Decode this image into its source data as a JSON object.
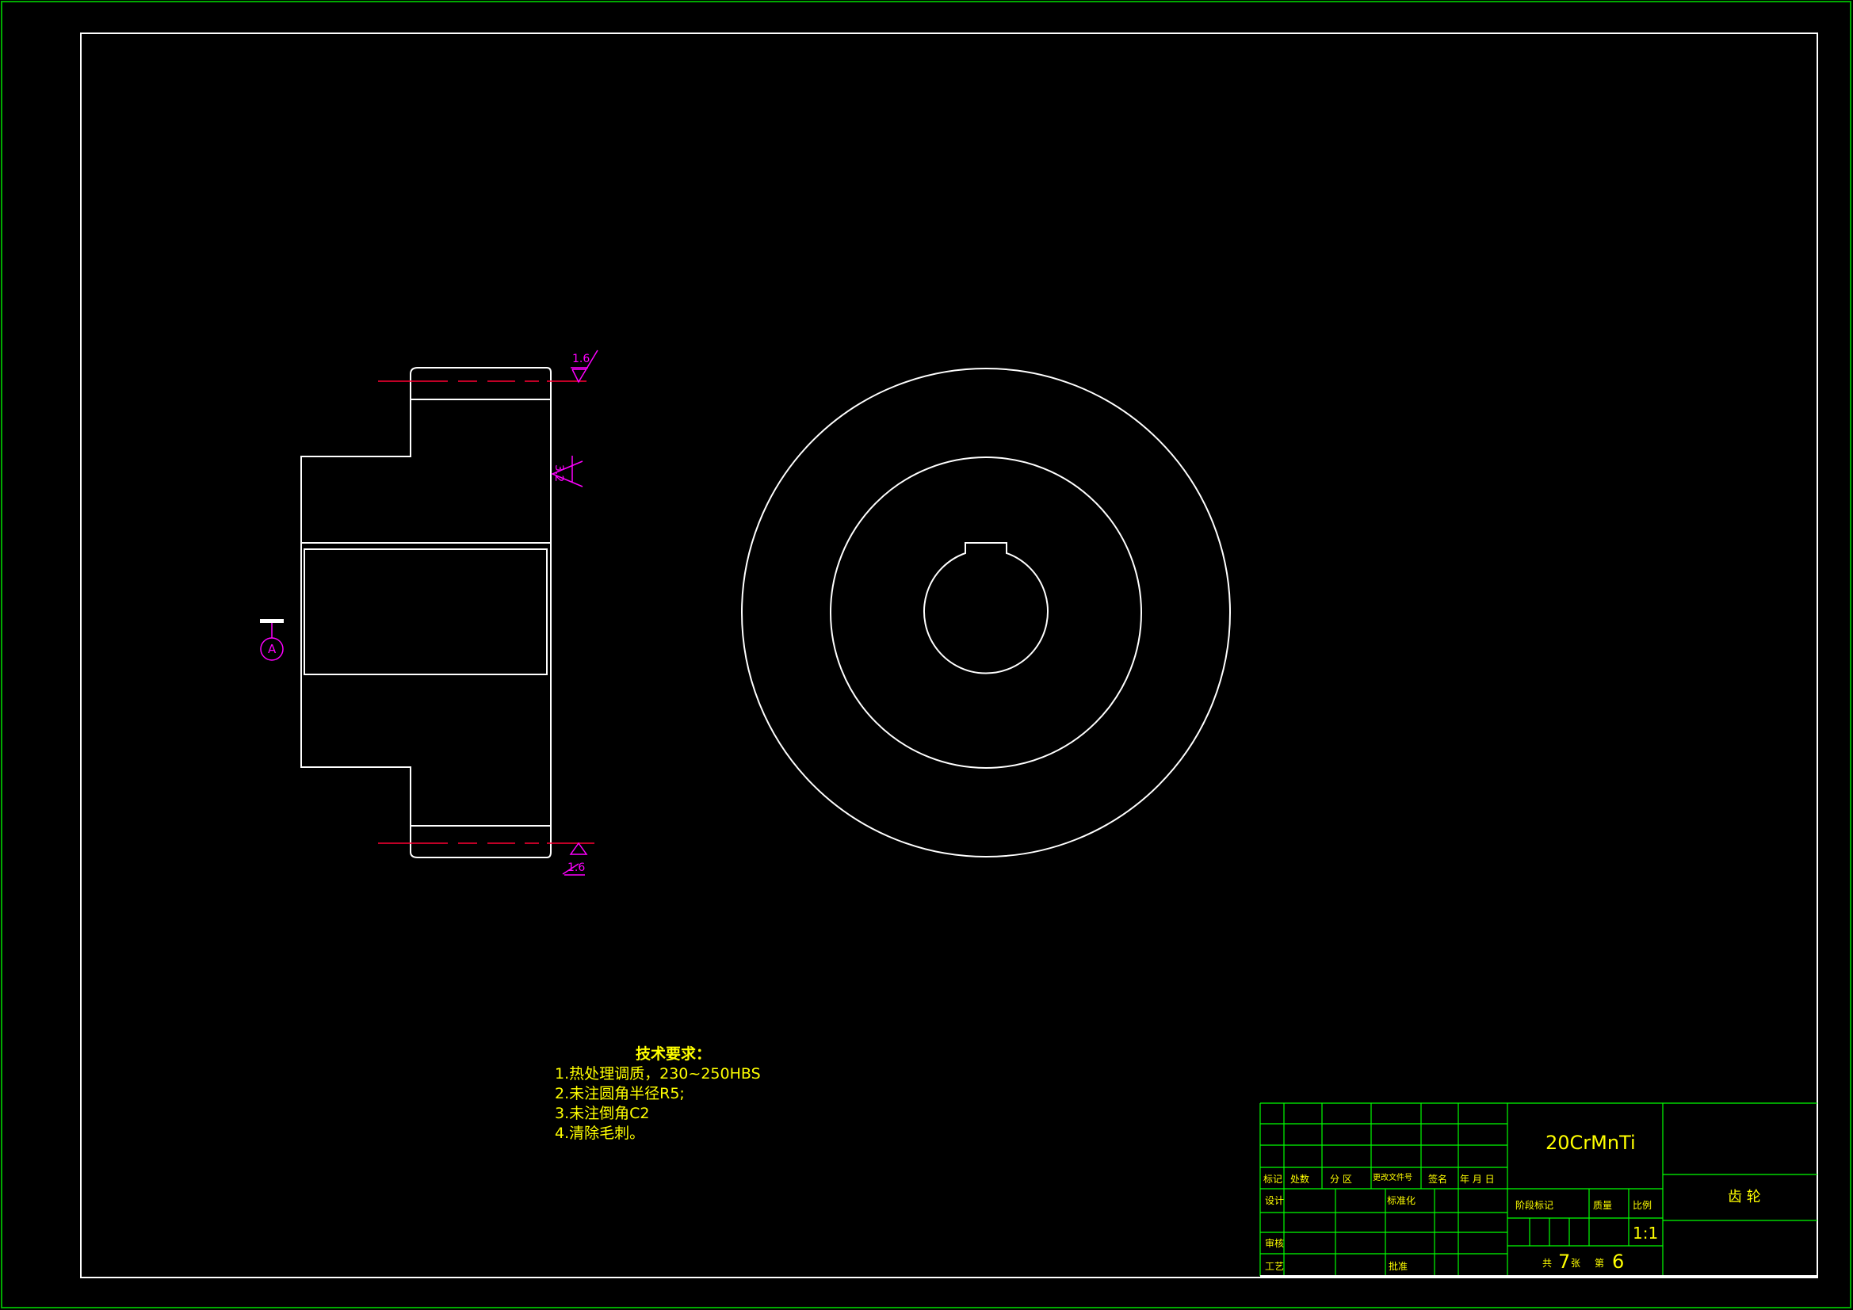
{
  "colors": {
    "background": "#000000",
    "geometry": "#ffffff",
    "annotation": "#ff00ff",
    "center_line": "#ff0033",
    "text": "#ffff00",
    "title_block_grid": "#00ff00",
    "sheet_border": "#00aa00"
  },
  "annotations": {
    "roughness_top": "1.6",
    "roughness_side": "3.2",
    "roughness_bottom": "1.6",
    "datum_label": "A"
  },
  "technical_requirements": {
    "title": "技术要求：",
    "items": [
      "1.热处理调质，230~250HBS",
      "2.未注圆角半径R5;",
      "3.未注倒角C2",
      "4.清除毛刺。"
    ]
  },
  "title_block": {
    "material": "20CrMnTi",
    "part_name": "齿 轮",
    "scale": "1:1",
    "header_labels": [
      "标记",
      "处数",
      "分 区",
      "更改文件号",
      "签名",
      "年 月 日"
    ],
    "row_labels": {
      "design": "设计",
      "standardize": "标准化",
      "check": "审核",
      "process": "工艺",
      "approve": "批准"
    },
    "stage_labels": [
      "阶段标记",
      "质量",
      "比例"
    ],
    "sheet_total_label": "共",
    "sheet_total": "7",
    "sheet_unit": "张",
    "sheet_index_label": "第",
    "sheet_index": "6"
  }
}
